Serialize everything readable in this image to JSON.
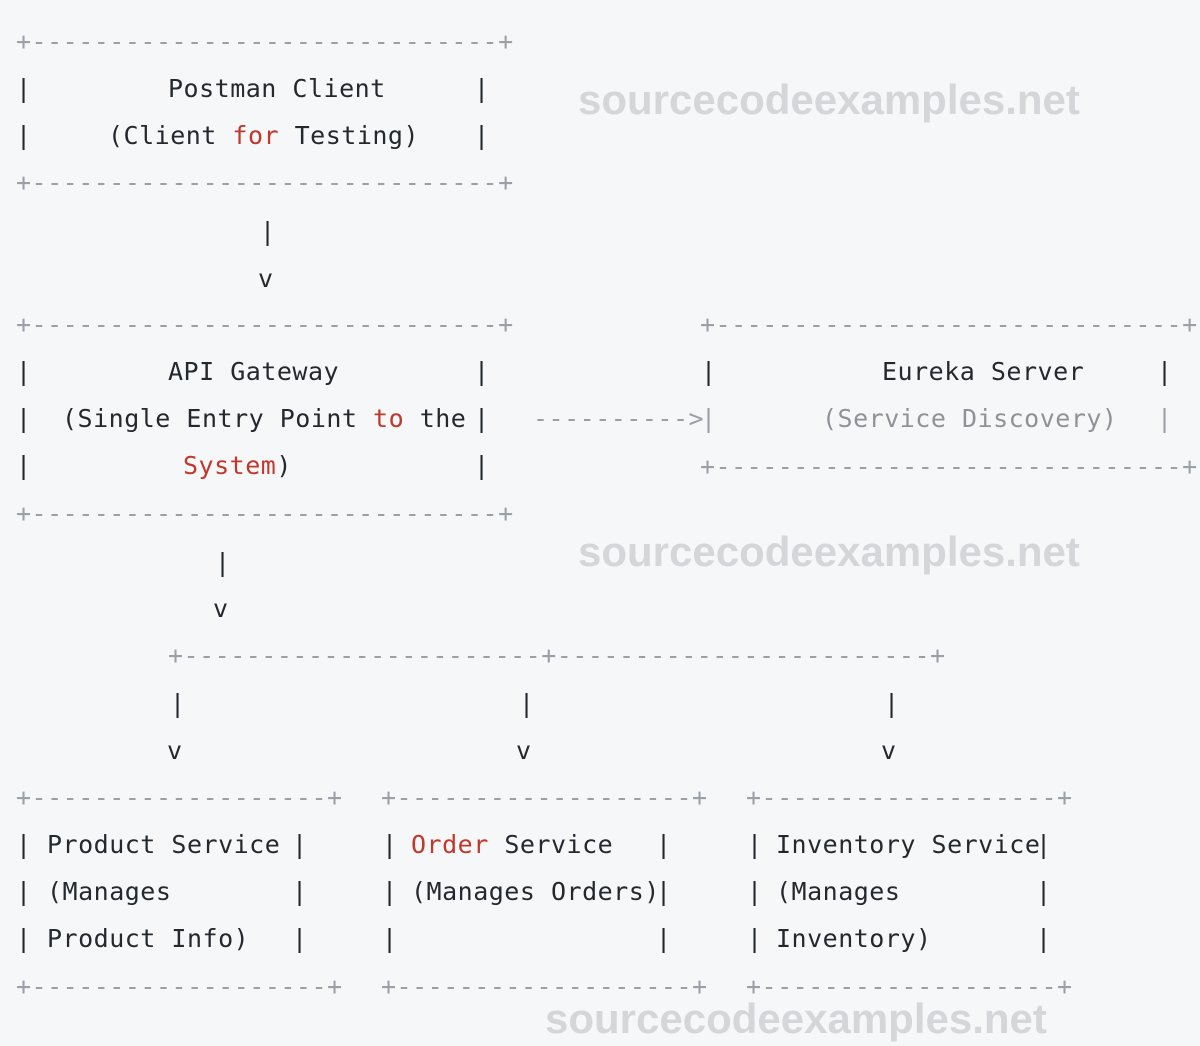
{
  "watermark": "sourcecodeexamples.net",
  "postman": {
    "title": "Postman Client",
    "subtitle_pre": "(Client ",
    "subtitle_kw": "for",
    "subtitle_post": " Testing)"
  },
  "gateway": {
    "title": "API Gateway",
    "line2_pre": "(Single Entry Point ",
    "line2_kw": "to",
    "line2_post": " the",
    "line3_kw": "System",
    "line3_post": ")"
  },
  "eureka": {
    "title": "Eureka Server",
    "subtitle": "(Service Discovery)"
  },
  "product": {
    "line1": "Product Service",
    "line2": "(Manages",
    "line3": "Product Info)"
  },
  "order": {
    "line1_kw": "Order",
    "line1_post": " Service",
    "line2": "(Manages Orders)"
  },
  "inventory": {
    "line1": "Inventory Service",
    "line2": "(Manages",
    "line3": "Inventory)"
  },
  "glyphs": {
    "pipe": "|",
    "arrow_head": "v",
    "corner": "+",
    "horizontal_arrow": "---------->",
    "border_long": "+------------------------------+",
    "border_eureka": "+------------------------------+",
    "border_fork": "+-----------------------+------------------------+",
    "border_small": "+-------------------+"
  }
}
